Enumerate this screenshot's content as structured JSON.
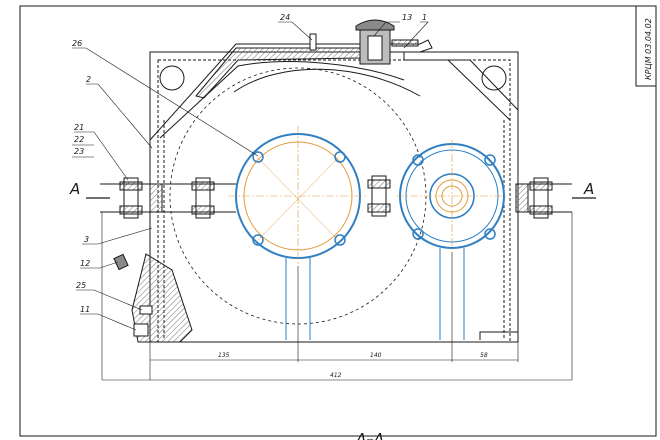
{
  "drawing": {
    "title_block_code": "КРЦМ 03.04.02",
    "view_title": "А–А",
    "section_letter_left": "А",
    "section_letter_right": "А",
    "colors": {
      "line": "#1a1a1a",
      "bearing_circle": "#2f7fc1",
      "gear_circle": "#e39a3a",
      "hatch": "#555555",
      "fill_gray": "#bdbdbd",
      "centerline": "#1a1a1a"
    }
  },
  "callouts": [
    {
      "id": "c24",
      "label": "24"
    },
    {
      "id": "c13",
      "label": "13"
    },
    {
      "id": "c1",
      "label": "1"
    },
    {
      "id": "c26",
      "label": "26"
    },
    {
      "id": "c2",
      "label": "2"
    },
    {
      "id": "c21",
      "label": "21"
    },
    {
      "id": "c22",
      "label": "22"
    },
    {
      "id": "c23",
      "label": "23"
    },
    {
      "id": "c3",
      "label": "3"
    },
    {
      "id": "c12",
      "label": "12"
    },
    {
      "id": "c25",
      "label": "25"
    },
    {
      "id": "c11",
      "label": "11"
    }
  ],
  "dimensions": [
    {
      "id": "d135",
      "value": "135"
    },
    {
      "id": "d140",
      "value": "140"
    },
    {
      "id": "d58",
      "value": "58"
    },
    {
      "id": "d412",
      "value": "412"
    }
  ]
}
